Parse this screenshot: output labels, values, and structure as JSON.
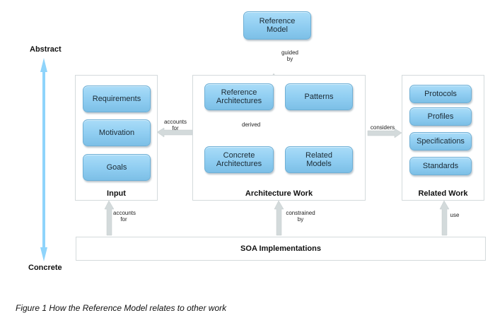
{
  "diagram": {
    "axis": {
      "top_label": "Abstract",
      "bottom_label": "Concrete",
      "color": "#8fd4fb"
    },
    "reference_model": {
      "label": "Reference Model"
    },
    "panels": {
      "input": {
        "title": "Input",
        "nodes": [
          "Requirements",
          "Motivation",
          "Goals"
        ]
      },
      "architecture_work": {
        "title": "Architecture Work",
        "nodes": {
          "reference_architectures": "Reference Architectures",
          "patterns": "Patterns",
          "concrete_architectures": "Concrete Architectures",
          "related_models": "Related Models"
        }
      },
      "related_work": {
        "title": "Related Work",
        "nodes": [
          "Protocols",
          "Profiles",
          "Specifications",
          "Standards"
        ]
      },
      "soa_implementations": {
        "title": "SOA Implementations"
      }
    },
    "relations": {
      "guided_by": "guided by",
      "accounts_for_left": "accounts for",
      "derived": "derived",
      "considers": "considers",
      "accounts_for_bottom": "accounts for",
      "constrained_by": "constrained by",
      "use": "use"
    },
    "colors": {
      "node_fill": "#8fcdf1",
      "node_border": "#6fb0d6",
      "arrow_fill": "#d3dadb",
      "panel_border": "#d4dadc"
    }
  },
  "caption": "Figure 1 How the Reference Model relates to other work"
}
